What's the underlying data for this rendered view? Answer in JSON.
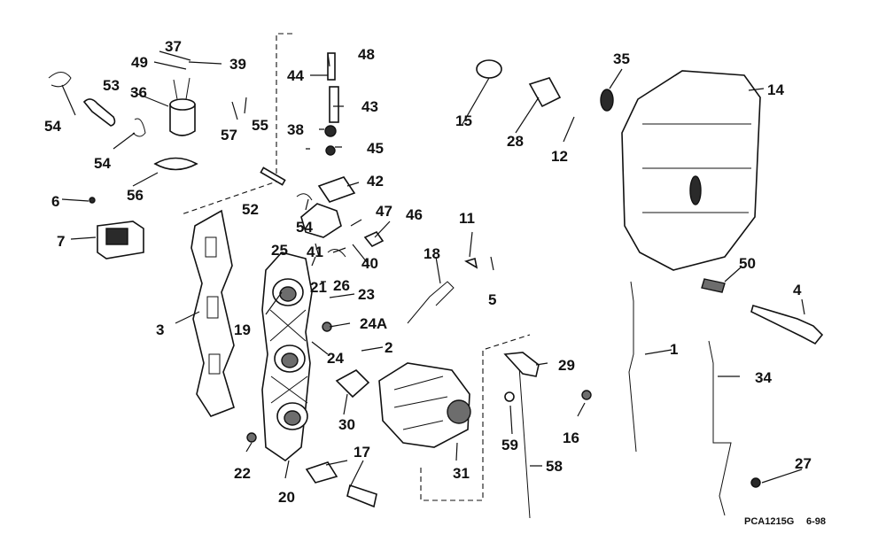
{
  "diagram": {
    "code": "PCA1215G",
    "date": "6-98",
    "callouts": [
      "1",
      "2",
      "3",
      "4",
      "5",
      "6",
      "7",
      "11",
      "12",
      "14",
      "15",
      "16",
      "17",
      "18",
      "19",
      "20",
      "21",
      "22",
      "23",
      "24",
      "24A",
      "25",
      "26",
      "27",
      "28",
      "29",
      "30",
      "31",
      "34",
      "35",
      "36",
      "37",
      "38",
      "39",
      "40",
      "41",
      "42",
      "43",
      "44",
      "45",
      "46",
      "47",
      "48",
      "49",
      "50",
      "52",
      "53",
      "54",
      "55",
      "56",
      "57",
      "58",
      "59"
    ]
  }
}
